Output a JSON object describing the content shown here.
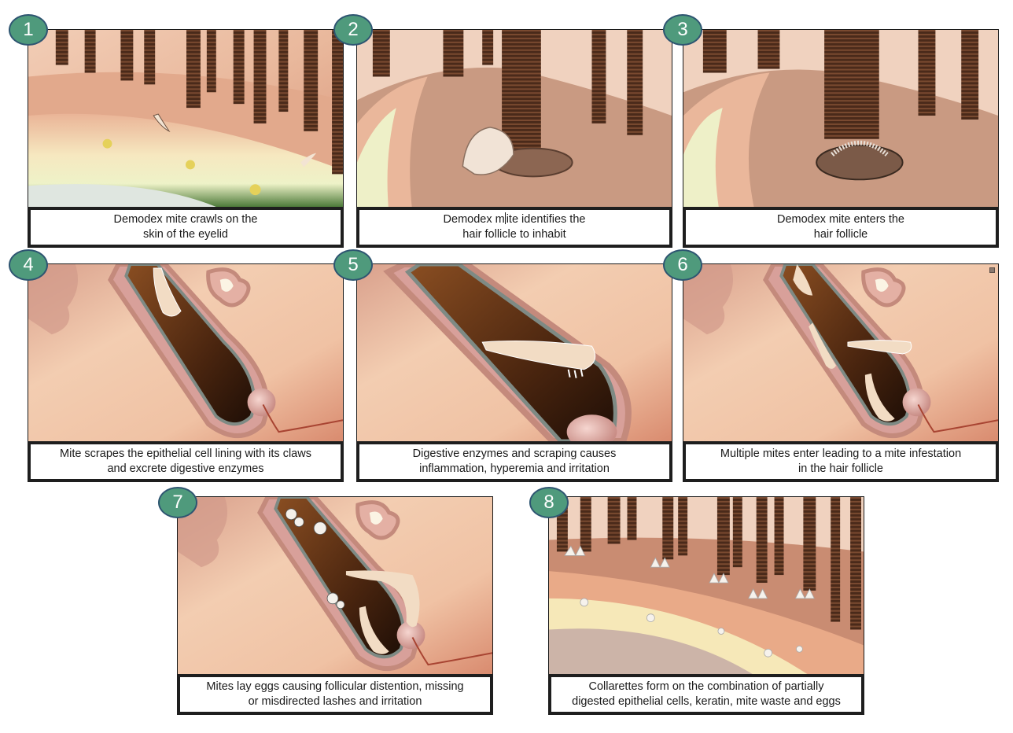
{
  "figure": {
    "colors": {
      "badge_fill": "#4f9a7c",
      "badge_stroke": "#2e5571",
      "badge_text": "#ffffff",
      "caption_border": "#1e1e1e",
      "skin": "#e8b79c",
      "hair": "#4a2a1a"
    },
    "panels": [
      {
        "number": "1",
        "scene": "eyelid-skin-surface-with-mite-crawling",
        "caption_line1": "Demodex mite crawls on the",
        "caption_line2": "skin of the eyelid"
      },
      {
        "number": "2",
        "scene": "mite-approaching-hair-follicle-opening",
        "caption_line1_a": "Demodex m",
        "caption_line1_b": "ite identifies the",
        "caption_line2": "hair follicle to inhabit"
      },
      {
        "number": "3",
        "scene": "mite-entering-follicle-opening",
        "caption_line1": "Demodex mite enters the",
        "caption_line2": "hair follicle"
      },
      {
        "number": "4",
        "scene": "follicle-cross-section-single-mite",
        "caption_line1": "Mite scrapes the epithelial cell lining with its claws",
        "caption_line2": "and excrete digestive enzymes"
      },
      {
        "number": "5",
        "scene": "follicle-cross-section-mite-close-up",
        "caption_line1": "Digestive enzymes and scraping causes",
        "caption_line2": "inflammation, hyperemia and irritation"
      },
      {
        "number": "6",
        "scene": "follicle-cross-section-multiple-mites",
        "caption_line1": "Multiple mites enter leading to a mite infestation",
        "caption_line2": "in the hair follicle"
      },
      {
        "number": "7",
        "scene": "follicle-cross-section-mites-with-eggs",
        "caption_line1": "Mites lay eggs causing follicular distention, missing",
        "caption_line2": "or misdirected lashes and irritation"
      },
      {
        "number": "8",
        "scene": "eyelid-margin-lashes-with-collarettes",
        "caption_line1": "Collarettes form on the combination of partially",
        "caption_line2": "digested epithelial cells, keratin, mite waste and eggs"
      }
    ]
  }
}
